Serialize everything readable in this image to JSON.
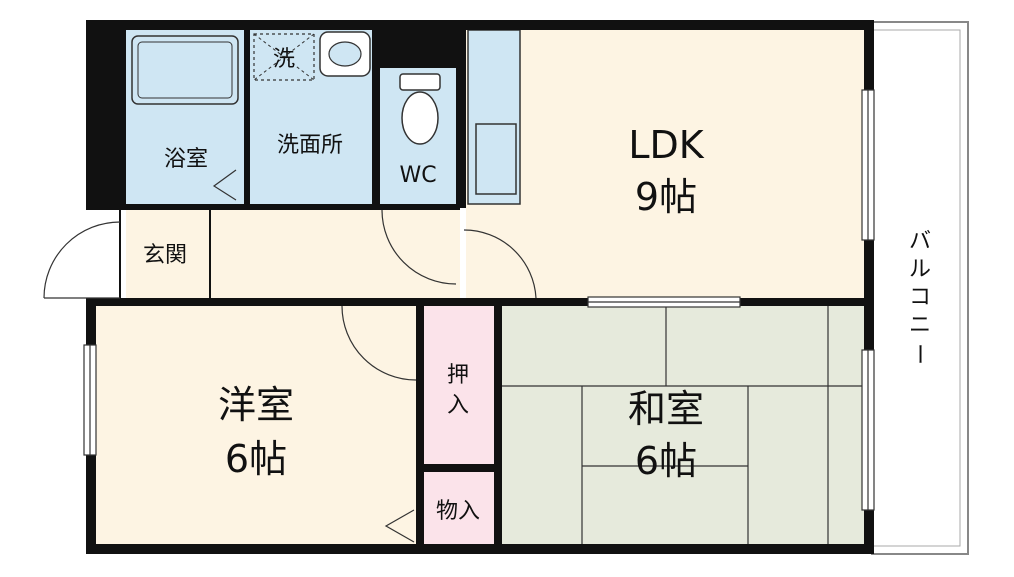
{
  "floorplan": {
    "colors": {
      "wet_area": "#cfe6f3",
      "ldk": "#fdf4e3",
      "western_room": "#fdf4e3",
      "japanese_room": "#e6eadc",
      "closet": "#fbe3ea",
      "wall": "#111111"
    },
    "rooms": {
      "ldk": {
        "name": "LDK",
        "size": "9帖"
      },
      "western_room": {
        "name": "洋室",
        "size": "6帖"
      },
      "japanese_room": {
        "name": "和室",
        "size": "6帖"
      },
      "bathroom": "浴室",
      "washroom": "洗面所",
      "wc": "WC",
      "entrance": "玄関",
      "oshiire": {
        "line1": "押",
        "line2": "入"
      },
      "storage": "物入",
      "washer": "洗"
    },
    "balcony": [
      "バ",
      "ル",
      "コ",
      "ニ",
      "ー"
    ]
  }
}
